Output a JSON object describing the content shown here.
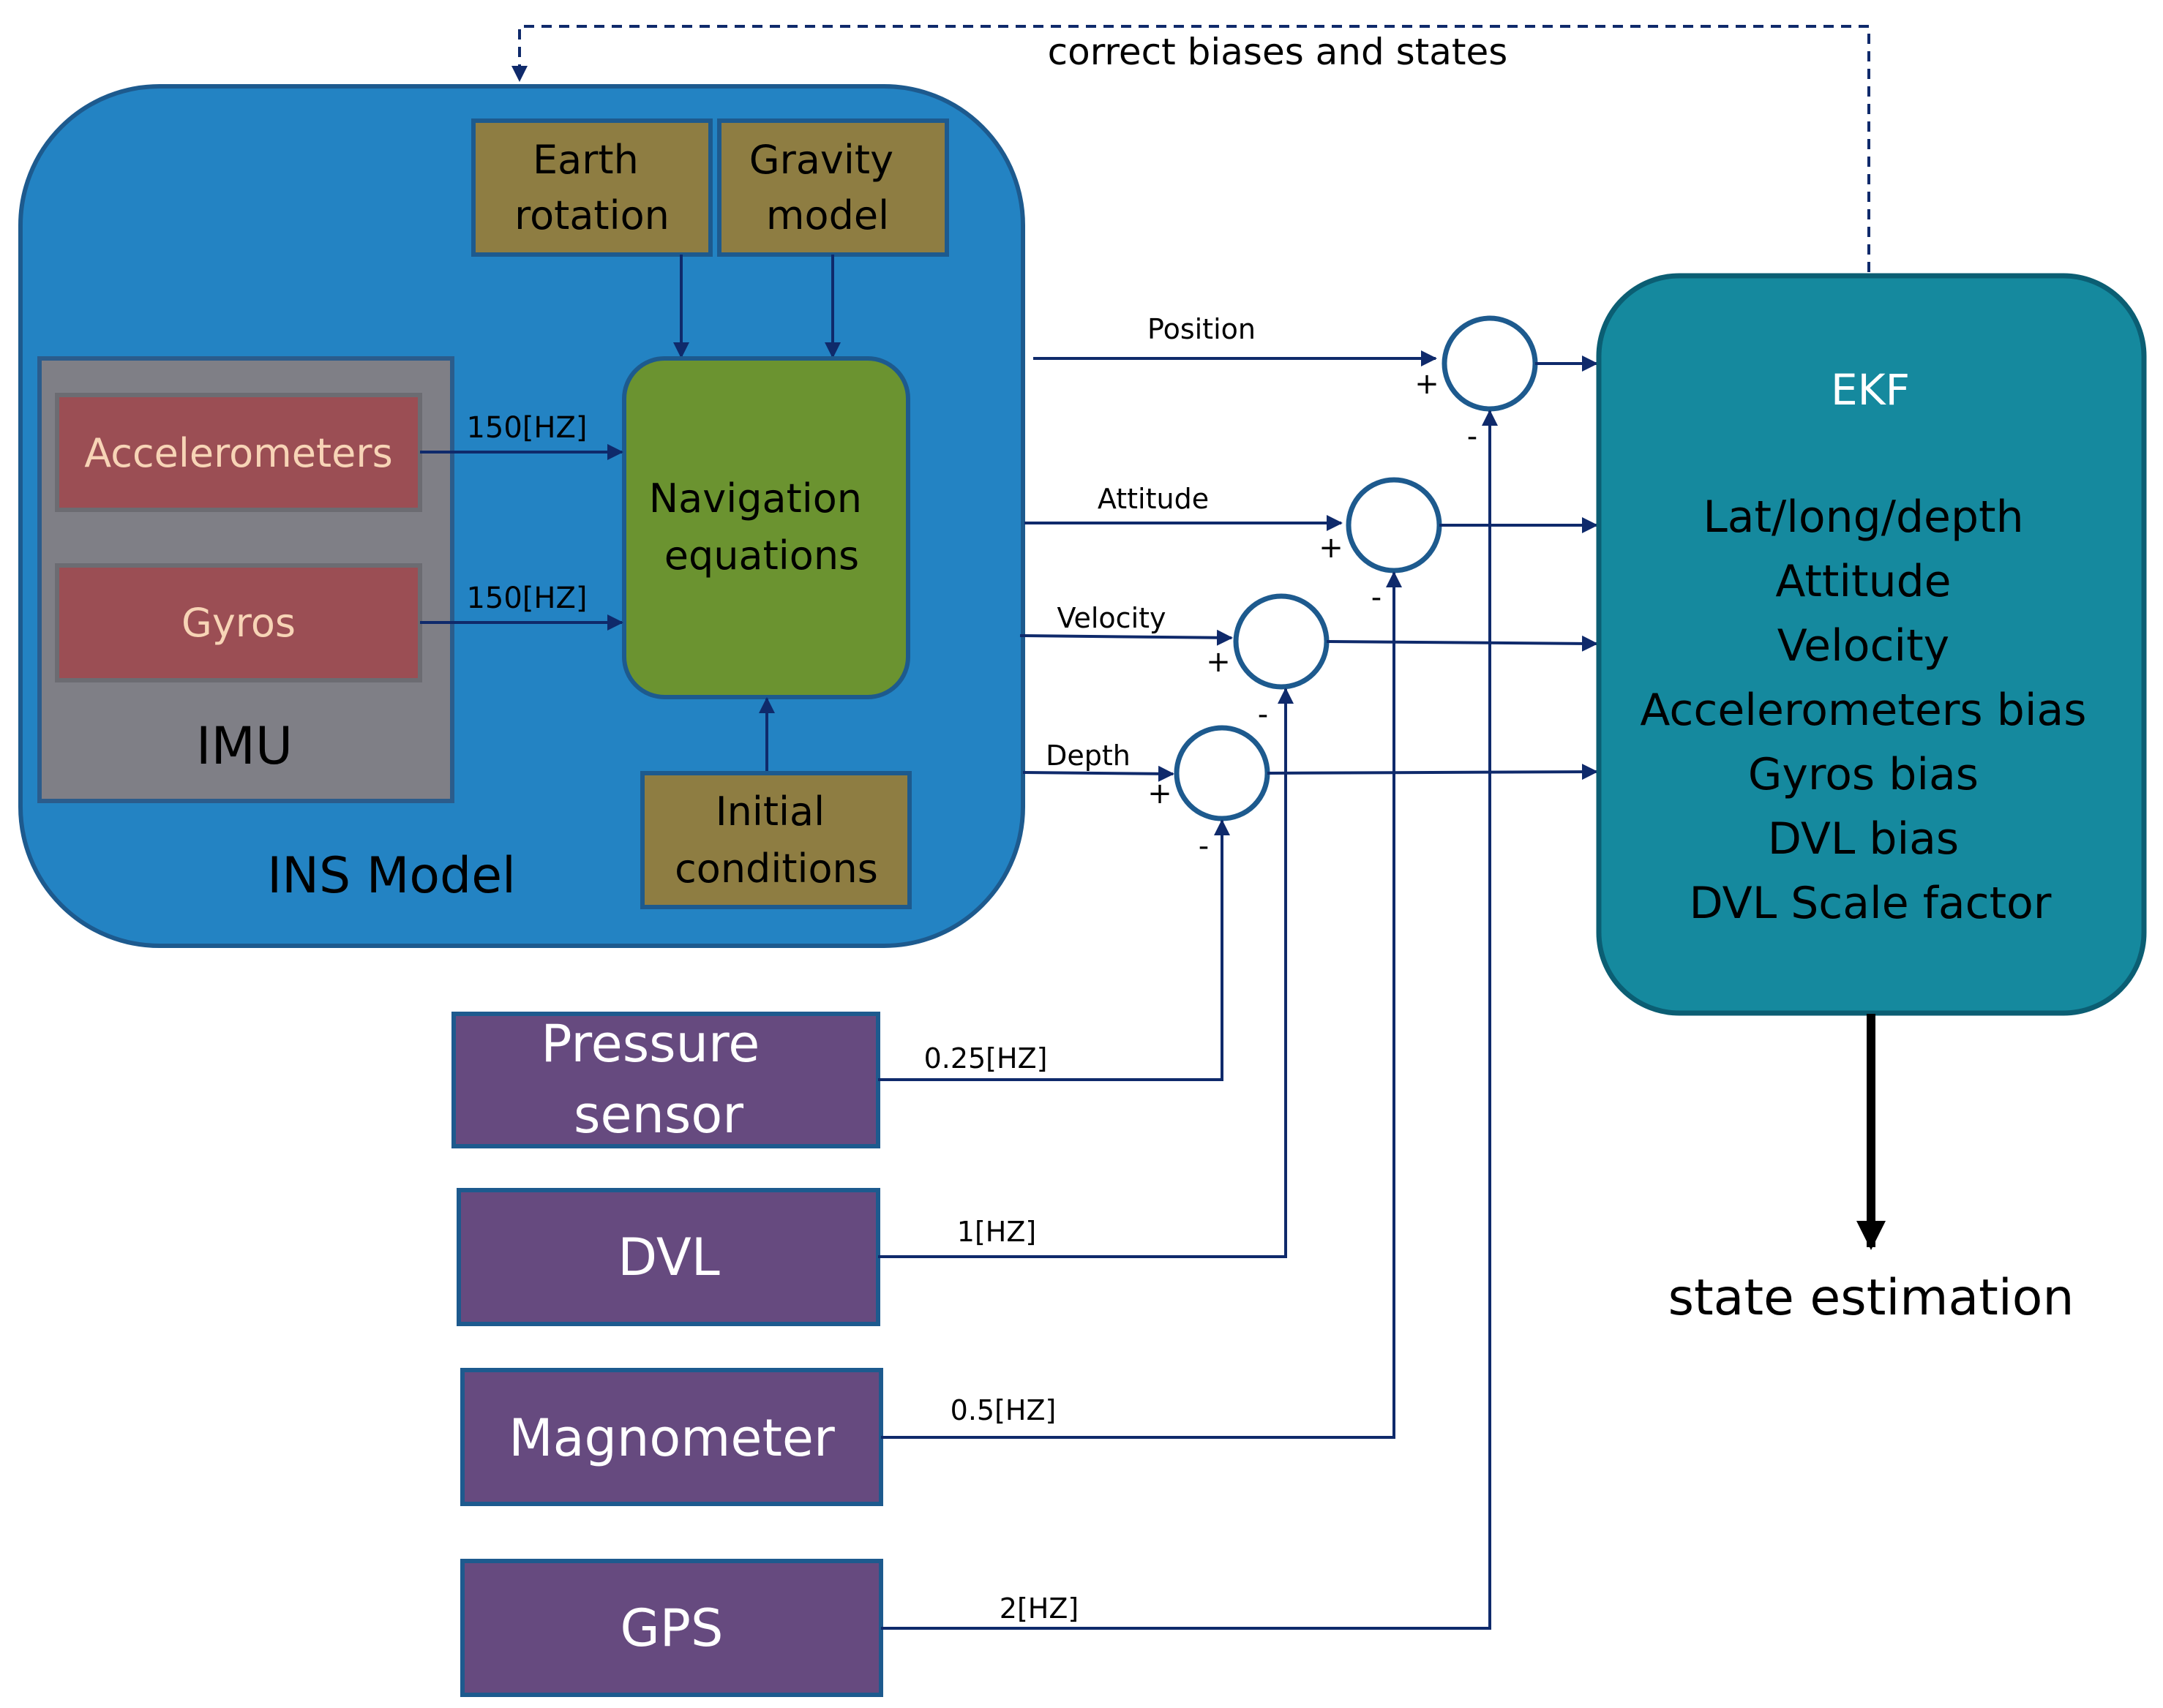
{
  "feedback_label": "correct biases and states",
  "ins_model": {
    "label": "INS Model",
    "earth_rotation": [
      "Earth",
      "rotation"
    ],
    "gravity_model": [
      "Gravity",
      "model"
    ],
    "navigation_equations": [
      "Navigation",
      "equations"
    ],
    "initial_conditions": [
      "Initial",
      "conditions"
    ],
    "imu": {
      "label": "IMU",
      "accelerometers": "Accelerometers",
      "gyros": "Gyros",
      "accel_rate": "150[HZ]",
      "gyro_rate": "150[HZ]"
    }
  },
  "outputs": {
    "position": "Position",
    "attitude": "Attitude",
    "velocity": "Velocity",
    "depth": "Depth"
  },
  "signs": {
    "plus": "+",
    "minus": "-"
  },
  "ekf": {
    "title": "EKF",
    "states": [
      "Lat/long/depth",
      "Attitude",
      "Velocity",
      "Accelerometers bias",
      "Gyros bias",
      "DVL bias",
      "DVL Scale factor"
    ]
  },
  "sensors": {
    "pressure": {
      "label": [
        "Pressure",
        "sensor"
      ],
      "rate": "0.25[HZ]"
    },
    "dvl": {
      "label": "DVL",
      "rate": "1[HZ]"
    },
    "magnometer": {
      "label": "Magnometer",
      "rate": "0.5[HZ]"
    },
    "gps": {
      "label": "GPS",
      "rate": "2[HZ]"
    }
  },
  "result": "state estimation",
  "colors": {
    "ins_blue": "#2383c3",
    "ins_border": "#1d5a8e",
    "imu_gray": "#7f7f86",
    "sensor_red": "#9b4e54",
    "sensor_red_text": "#f7d4b6",
    "olive": "#8e7d42",
    "nav_green": "#6b9330",
    "ekf_teal": "#15899e",
    "ekf_border": "#0b5e73",
    "sensor_purple": "#664a7f",
    "line_navy": "#0f2a6b"
  }
}
